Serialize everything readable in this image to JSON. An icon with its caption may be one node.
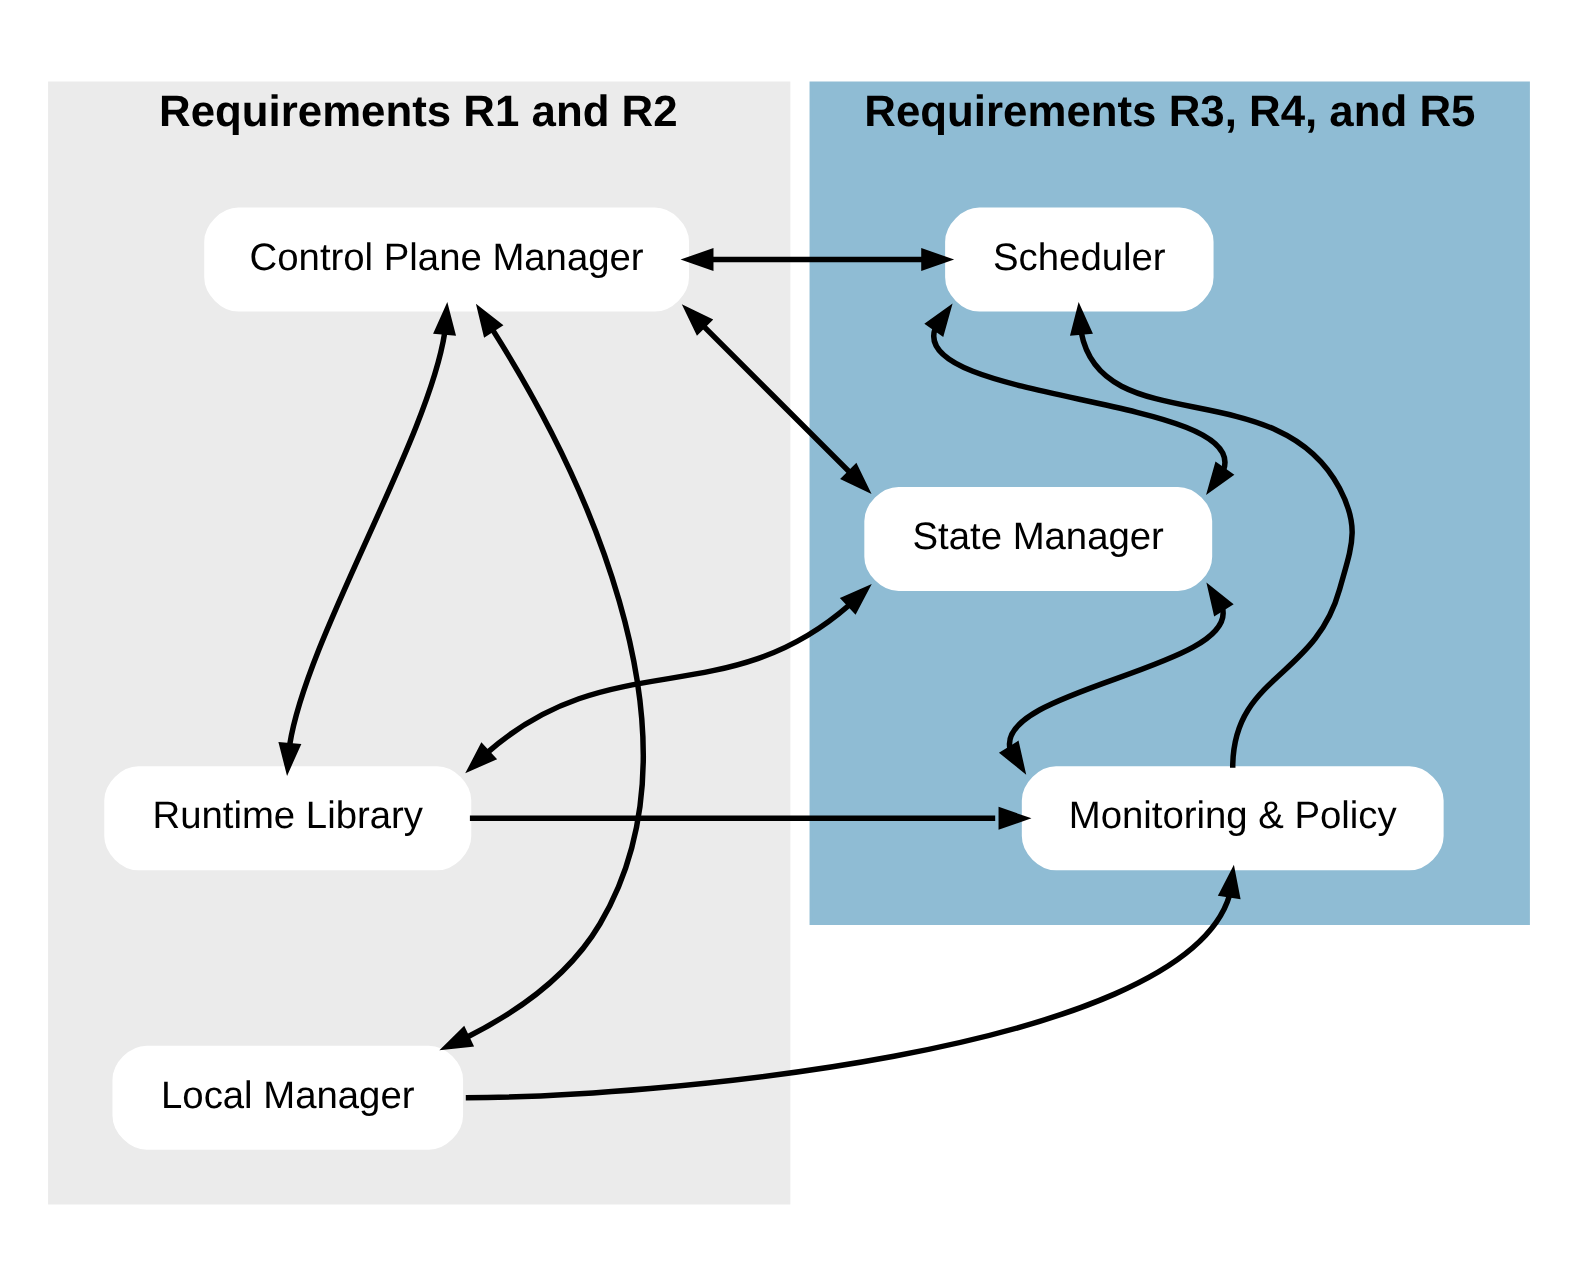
{
  "diagram": {
    "nodes": [
      {
        "text": [
          "Requirements R1 and R2"
        ]
      },
      {
        "text": [
          "Requirements R3, R4, and R5"
        ]
      },
      {
        "text": [
          "Control Plane Manager"
        ],
        "in": 0
      },
      {
        "text": [
          "Runtime Library"
        ],
        "in": 0
      },
      {
        "text": [
          "Local Manager"
        ],
        "in": 0
      },
      {
        "text": [
          "State Manager"
        ],
        "in": 1
      },
      {
        "text": [
          "Scheduler"
        ],
        "in": 1
      },
      {
        "text": [
          "Monitoring & Policy"
        ],
        "in": 1
      }
    ],
    "edges": [
      {
        "from": 2,
        "to": 6,
        "arrow": "both"
      },
      {
        "from": 2,
        "to": 3,
        "arrow": "both"
      },
      {
        "from": 2,
        "to": 5,
        "arrow": "both"
      },
      {
        "from": 3,
        "to": 5,
        "arrow": "both"
      },
      {
        "from": 5,
        "to": 6,
        "arrow": "both"
      },
      {
        "from": 5,
        "to": 7,
        "arrow": "both"
      },
      {
        "from": 3,
        "to": 7,
        "arrow": "to"
      },
      {
        "from": 7,
        "to": 6,
        "arrow": "to"
      },
      {
        "from": 4,
        "to": 7,
        "arrow": "to"
      },
      {
        "from": 2,
        "to": 4,
        "arrow": "both"
      }
    ]
  }
}
